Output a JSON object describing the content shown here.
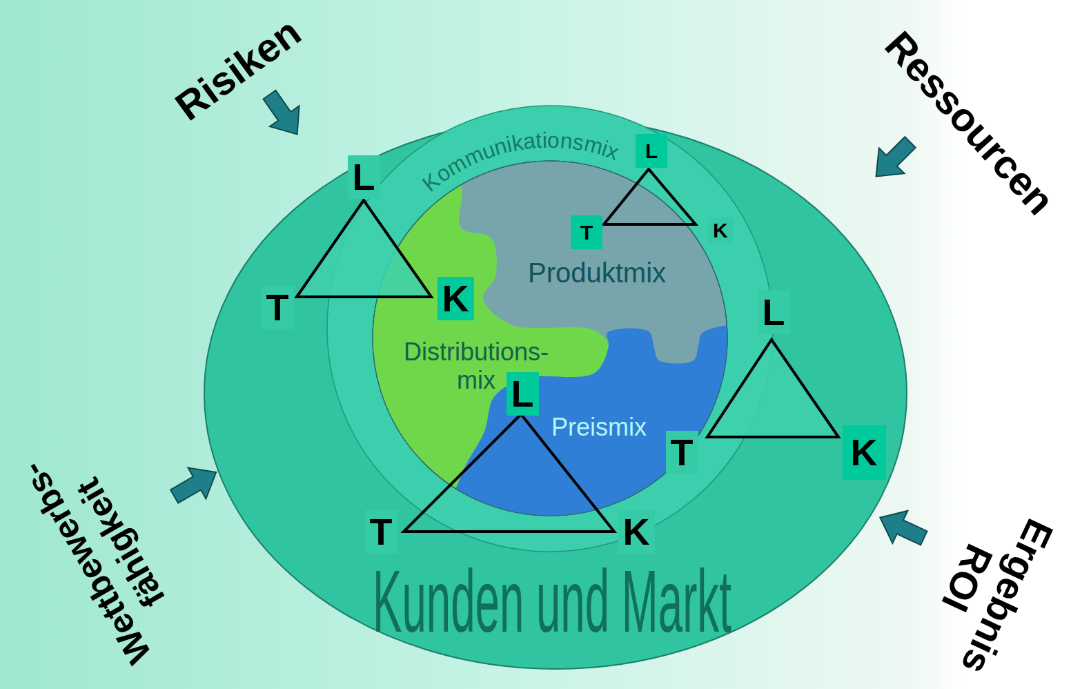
{
  "diagram": {
    "nodes": [
      {
        "text": [
          "Kunden und Markt"
        ]
      },
      {
        "text": [
          "Kommunikationsmix"
        ],
        "in": 0
      },
      {
        "text": [
          "Produktmix"
        ],
        "in": 1
      },
      {
        "text": [
          "Distributions- mix"
        ],
        "in": 1
      },
      {
        "text": [
          "Preismix"
        ],
        "in": 1
      },
      {
        "text": [
          "L",
          "T",
          "K"
        ],
        "in": 0
      },
      {
        "text": [
          "L",
          "T",
          "K"
        ],
        "in": 0
      },
      {
        "text": [
          "L",
          "T",
          "K"
        ],
        "in": 0
      },
      {
        "text": [
          "L",
          "T",
          "K"
        ],
        "in": 0
      }
    ],
    "labels": [
      "Risiken",
      "Ressourcen",
      "Wettbewerbs- fähigkeit",
      "Ergebnis ROI"
    ]
  }
}
